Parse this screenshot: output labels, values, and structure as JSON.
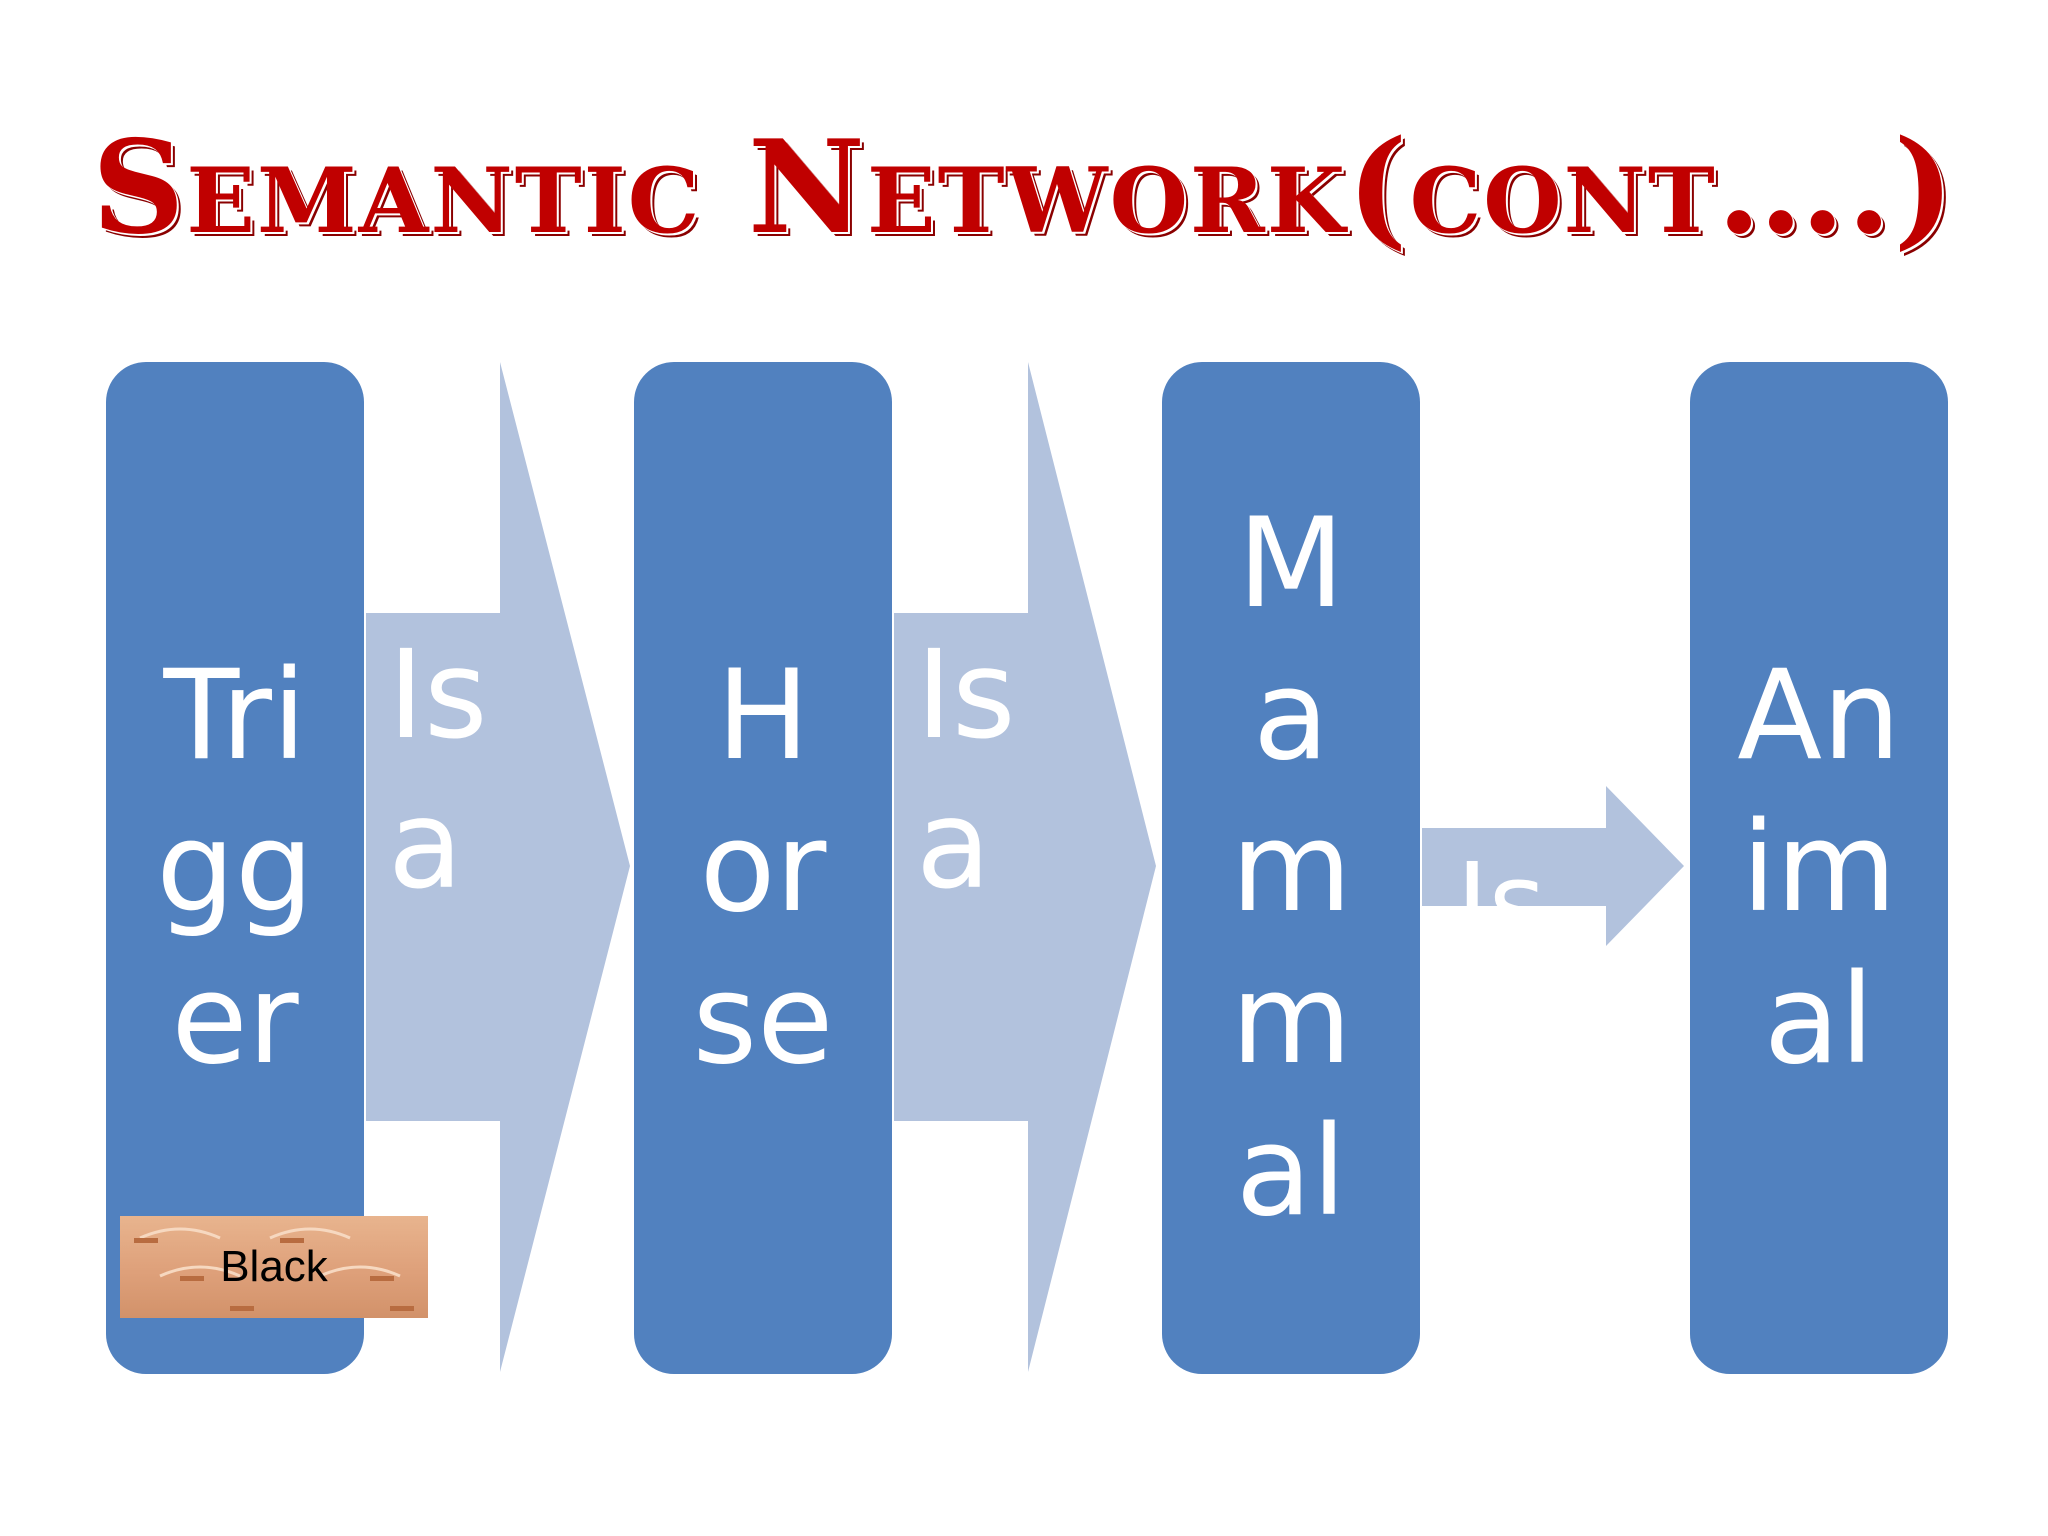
{
  "slide": {
    "title": "Semantic Network(cont….)"
  },
  "nodes": [
    {
      "label": "Trigger"
    },
    {
      "label": "Horse"
    },
    {
      "label": "Mammal"
    },
    {
      "label": "Animal"
    }
  ],
  "relations": [
    {
      "label": "Is a"
    },
    {
      "label": "Is a"
    },
    {
      "label": "Is"
    }
  ],
  "attribute_tag": {
    "label": "Black"
  },
  "colors": {
    "title": "#c00000",
    "node": "#5181bf",
    "arrow": "#b2c2dd",
    "tag": "#dea07a"
  }
}
